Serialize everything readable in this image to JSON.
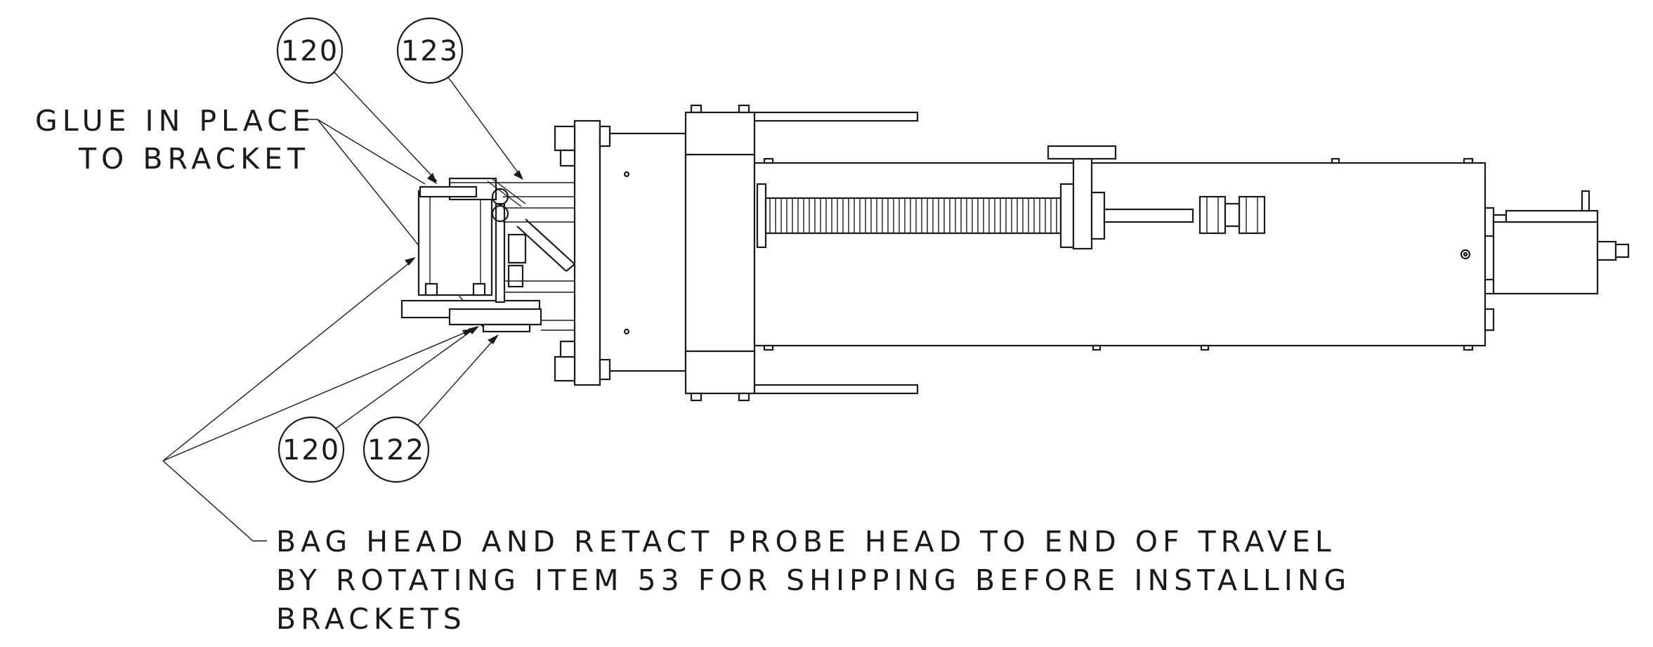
{
  "notes": {
    "glue_line1": "GLUE IN PLACE",
    "glue_line2": "TO BRACKET",
    "bag_line1": "BAG HEAD AND RETACT PROBE HEAD TO END OF TRAVEL",
    "bag_line2": "BY ROTATING ITEM 53 FOR SHIPPING BEFORE INSTALLING",
    "bag_line3": "BRACKETS"
  },
  "balloons": {
    "top_left": "120",
    "top_right": "123",
    "bottom_left": "120",
    "bottom_right": "122"
  }
}
